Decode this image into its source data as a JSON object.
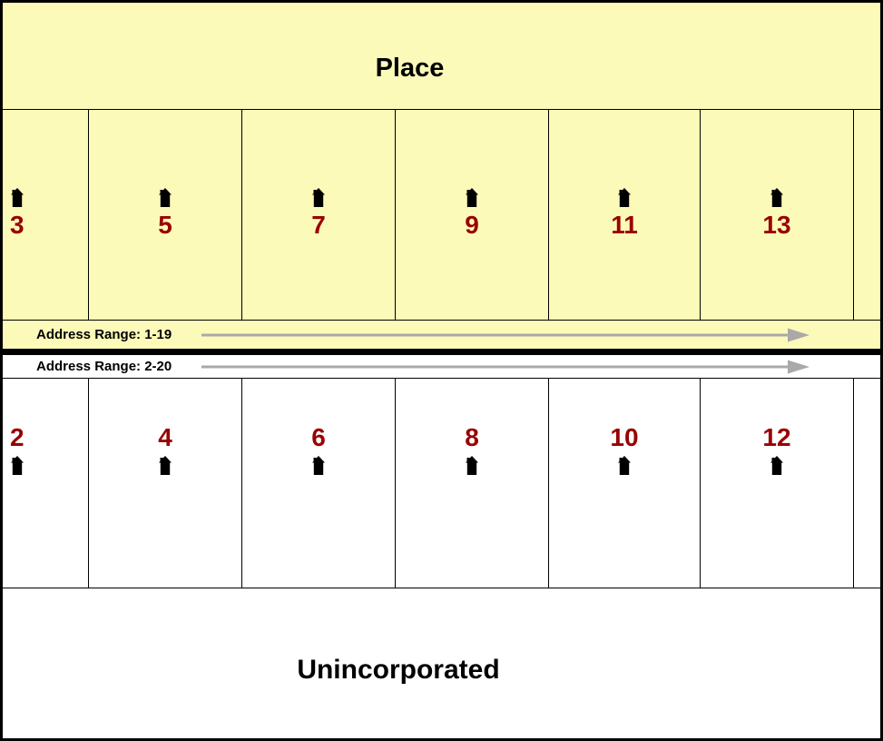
{
  "diagram": {
    "place_label": "Place",
    "unincorporated_label": "Unincorporated",
    "odd_side": {
      "address_range_label": "Address Range: 1-19",
      "house_numbers": [
        "3",
        "5",
        "7",
        "9",
        "11",
        "13"
      ]
    },
    "even_side": {
      "address_range_label": "Address Range: 2-20",
      "house_numbers": [
        "2",
        "4",
        "6",
        "8",
        "10",
        "12"
      ]
    },
    "colors": {
      "place_fill": "#FCFAB9",
      "unincorporated_fill": "#FFFFFF",
      "house_number_text": "#990000",
      "house_icon": "#000000",
      "arrow": "#A9A9A9",
      "street_centerline": "#000000",
      "border": "#000000"
    }
  }
}
